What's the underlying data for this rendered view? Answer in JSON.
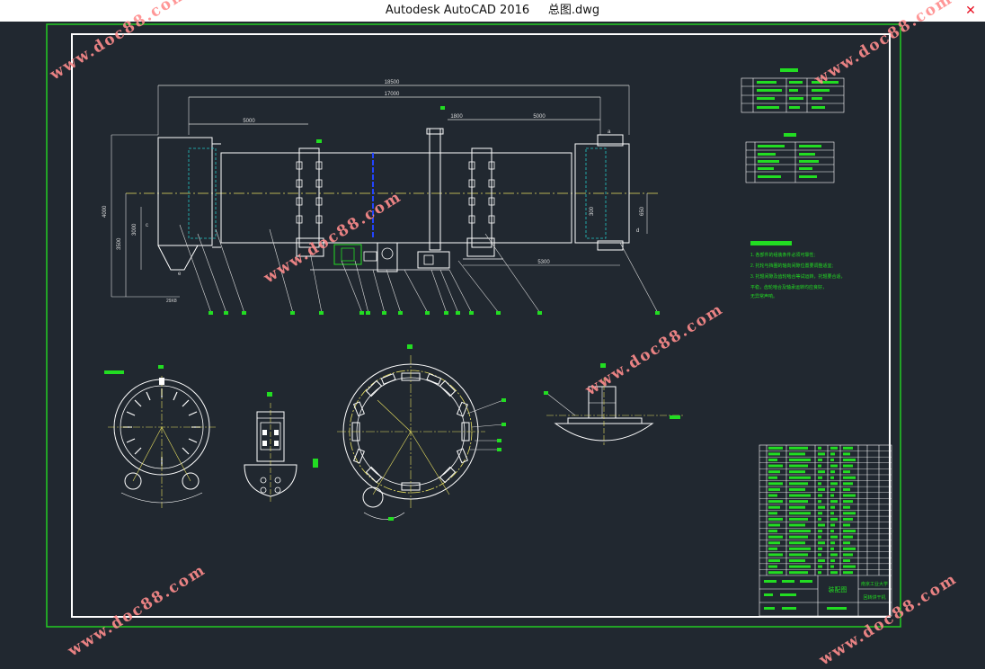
{
  "window": {
    "app_title": "Autodesk AutoCAD 2016",
    "doc_title": "总图.dwg"
  },
  "drawing": {
    "dim_overall": "18500",
    "dim_shell": "17000",
    "dim_left_span": "5000",
    "dim_right_span": "5000",
    "dim_gap": "1800",
    "dim_bottom": "5300",
    "dim_height": "4000",
    "dim_mid_height": "3500",
    "dim_low_height": "3000",
    "dim_dia_right": "650",
    "dim_mid": "300",
    "label_c": "c",
    "label_d": "d",
    "label_e": "e",
    "label_a": "a",
    "label_small": "29X8",
    "title_block_main": "装配图",
    "title_block_school": "南京工业大学",
    "title_block_name": "回转烘干机",
    "notes": [
      "1. 各部件的组装条件必须可靠性;",
      "2. 托轮与挡圈的轴向间隙位置要调整适宜;",
      "3. 托辊间隙及齿轮啮合等试运转，托辊要合适，",
      "   平稳，齿轮啮合及轴承运转均应良好，",
      "   无异常声响。"
    ]
  },
  "watermarks": {
    "text": "www.doc88.com"
  },
  "colors": {
    "background": "#212830",
    "frame": "#ffffff",
    "outer_frame": "#22cc22",
    "green": "#22dd22",
    "yellow": "#e8e060",
    "cyan": "#22c8c8",
    "blue": "#2244ff",
    "watermark": "#ff8c8c"
  }
}
